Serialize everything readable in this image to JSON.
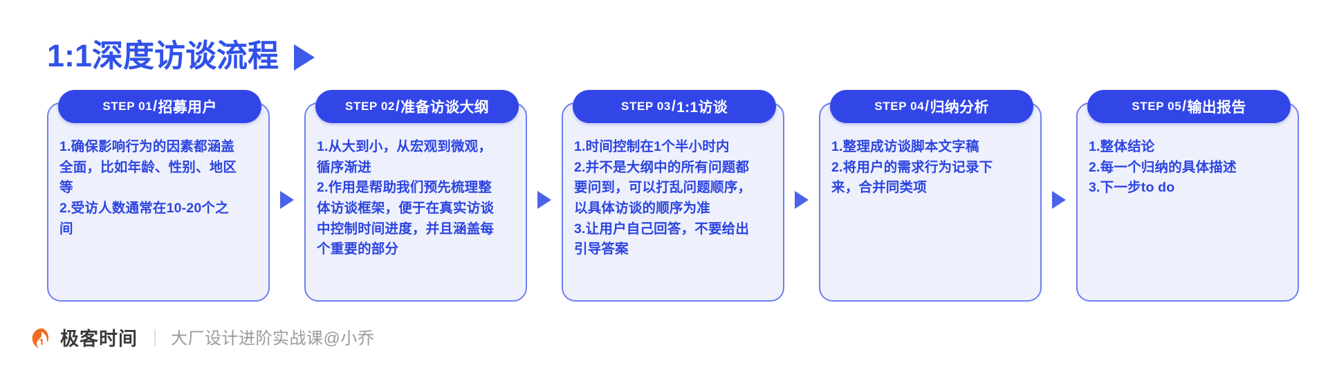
{
  "header": {
    "title": "1:1深度访谈流程",
    "play_triangle": "play-triangle-icon"
  },
  "colors": {
    "accent_blue": "#3051e8",
    "pill_blue": "#3246e8",
    "card_fill": "#eef0fc",
    "card_border": "#6d7ef2",
    "body_text": "#2c44e0",
    "arrow": "#4a62ea",
    "logo_orange": "#f06c22",
    "brand_dark": "#3a3a3a",
    "tagline_gray": "#9a9a9a"
  },
  "flow": {
    "steps": [
      {
        "step_label": "STEP 01",
        "separator": "/",
        "step_name": "招募用户",
        "lines": [
          "1.确保影响行为的因素都涵盖",
          "全面，比如年龄、性别、地区",
          "等",
          "2.受访人数通常在10-20个之",
          "间"
        ]
      },
      {
        "step_label": "STEP 02",
        "separator": "/",
        "step_name": "准备访谈大纲",
        "lines": [
          "1.从大到小，从宏观到微观，",
          "循序渐进",
          "2.作用是帮助我们预先梳理整",
          "体访谈框架，便于在真实访谈",
          "中控制时间进度，并且涵盖每",
          "个重要的部分"
        ]
      },
      {
        "step_label": "STEP 03",
        "separator": "/",
        "step_name": "1:1访谈",
        "lines": [
          "1.时间控制在1个半小时内",
          "2.并不是大纲中的所有问题都",
          "要问到，可以打乱问题顺序，",
          "以具体访谈的顺序为准",
          "3.让用户自己回答，不要给出",
          "引导答案"
        ]
      },
      {
        "step_label": "STEP 04",
        "separator": "/",
        "step_name": "归纳分析",
        "lines": [
          "1.整理成访谈脚本文字稿",
          "2.将用户的需求行为记录下",
          "来，合并同类项"
        ]
      },
      {
        "step_label": "STEP 05",
        "separator": "/",
        "step_name": "输出报告",
        "lines": [
          "1.整体结论",
          "2.每一个归纳的具体描述",
          "3.下一步to do"
        ]
      }
    ],
    "connector_count": 4
  },
  "footer": {
    "logo_icon": "geekbang-flame-logo-icon",
    "brand": "极客时间",
    "divider": "｜",
    "tagline": "大厂设计进阶实战课@小乔"
  }
}
